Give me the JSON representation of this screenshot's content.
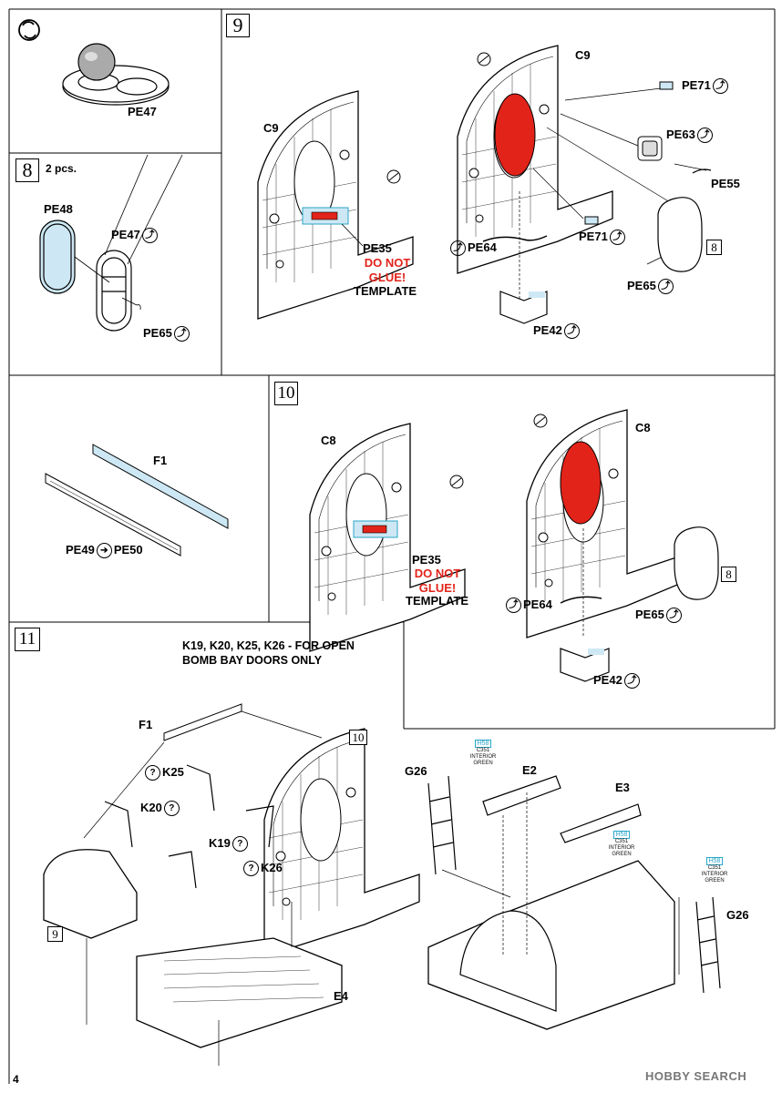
{
  "page_number": "4",
  "watermark": "HOBBY SEARCH",
  "colors": {
    "red": "#e2231a",
    "blue_tint": "#cde8f4",
    "line": "#000000",
    "paint_code": "#2aa6c9"
  },
  "step_flip": {
    "icon": "rotate-arrows-icon",
    "part": "PE47"
  },
  "step8": {
    "number": "8",
    "qty": "2 pcs.",
    "parts": {
      "pe48": "PE48",
      "pe47": "PE47",
      "pe65": "PE65"
    }
  },
  "step9": {
    "number": "9",
    "left": {
      "part": "C9",
      "template_part": "PE35",
      "warning_line1": "DO NOT",
      "warning_line2": "GLUE!",
      "template": "TEMPLATE"
    },
    "right": {
      "part": "C9",
      "pe71a": "PE71",
      "pe63": "PE63",
      "pe55": "PE55",
      "pe71b": "PE71",
      "pe64": "PE64",
      "pe65": "PE65",
      "pe42": "PE42",
      "ref": "8"
    }
  },
  "step_f1": {
    "part": "F1",
    "pe49": "PE49",
    "pe50": "PE50"
  },
  "step10": {
    "number": "10",
    "left": {
      "part": "C8",
      "template_part": "PE35",
      "warning_line1": "DO NOT",
      "warning_line2": "GLUE!",
      "template": "TEMPLATE"
    },
    "right": {
      "part": "C8",
      "pe64": "PE64",
      "pe65": "PE65",
      "pe42": "PE42",
      "ref": "8"
    }
  },
  "step11": {
    "number": "11",
    "note_line1": "K19, K20, K25, K26 - FOR OPEN",
    "note_line2": "BOMB BAY DOORS ONLY",
    "parts": {
      "f1": "F1",
      "k25": "K25",
      "k20": "K20",
      "k19": "K19",
      "k26": "K26",
      "e4": "E4",
      "g26a": "G26",
      "e2": "E2",
      "e3": "E3",
      "g26b": "G26"
    },
    "refs": {
      "ten": "10",
      "nine": "9"
    },
    "paint": {
      "code": "H58",
      "name": "C351",
      "line1": "INTERIOR",
      "line2": "GREEN"
    }
  }
}
